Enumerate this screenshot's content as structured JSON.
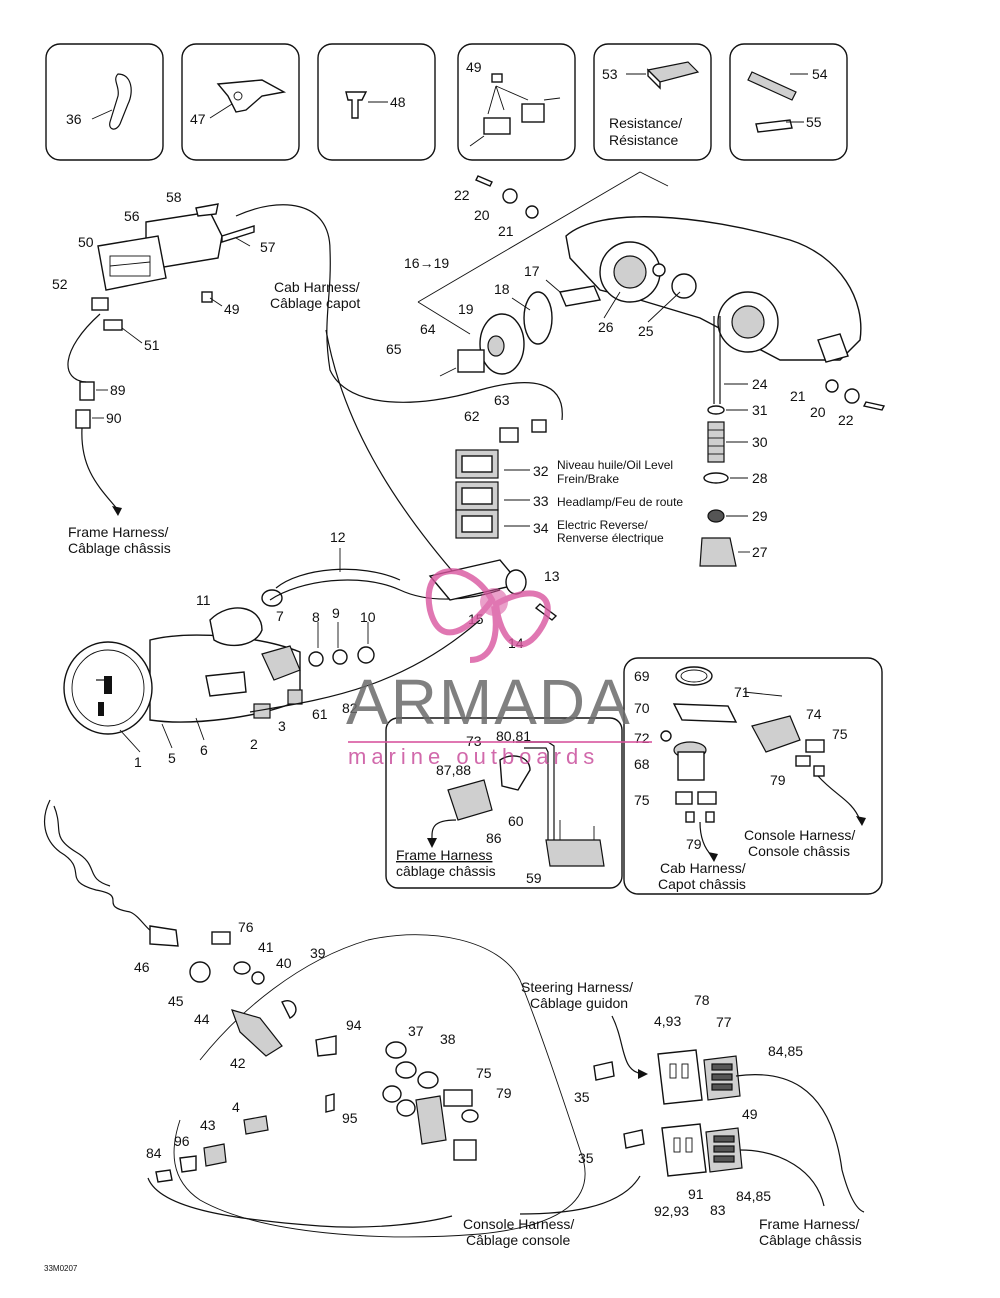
{
  "callouts": {
    "c1": "1",
    "c2": "2",
    "c3": "3",
    "c4": "4",
    "c4_93": "4,93",
    "c5": "5",
    "c6": "6",
    "c7": "7",
    "c8": "8",
    "c9": "9",
    "c10": "10",
    "c11": "11",
    "c12": "12",
    "c13": "13",
    "c14": "14",
    "c15": "15",
    "c16_19": "16→19",
    "c17": "17",
    "c18": "18",
    "c19": "19",
    "c20a": "20",
    "c20b": "20",
    "c21a": "21",
    "c21b": "21",
    "c22a": "22",
    "c22b": "22",
    "c24": "24",
    "c25": "25",
    "c26": "26",
    "c27": "27",
    "c28": "28",
    "c29": "29",
    "c30": "30",
    "c31": "31",
    "c32": "32",
    "c33": "33",
    "c34": "34",
    "c35a": "35",
    "c35b": "35",
    "c36": "36",
    "c37": "37",
    "c38": "38",
    "c39": "39",
    "c40": "40",
    "c41": "41",
    "c42": "42",
    "c43": "43",
    "c44": "44",
    "c45": "45",
    "c46": "46",
    "c47": "47",
    "c48": "48",
    "c49a": "49",
    "c49b": "49",
    "c49c": "49",
    "c50": "50",
    "c51": "51",
    "c52": "52",
    "c53": "53",
    "c54": "54",
    "c55": "55",
    "c56": "56",
    "c57": "57",
    "c58": "58",
    "c59": "59",
    "c60": "60",
    "c61": "61",
    "c62": "62",
    "c63": "63",
    "c64": "64",
    "c65": "65",
    "c68": "68",
    "c69": "69",
    "c70": "70",
    "c71": "71",
    "c72": "72",
    "c73": "73",
    "c74": "74",
    "c75a": "75",
    "c75b": "75",
    "c75c": "75",
    "c76": "76",
    "c77": "77",
    "c78": "78",
    "c79a": "79",
    "c79b": "79",
    "c79c": "79",
    "c80_81": "80,81",
    "c82": "82",
    "c83": "83",
    "c84a": "84",
    "c84_85a": "84,85",
    "c84_85b": "84,85",
    "c86": "86",
    "c87_88": "87,88",
    "c89": "89",
    "c90": "90",
    "c91": "91",
    "c92_93": "92,93",
    "c94": "94",
    "c95": "95",
    "c96": "96"
  },
  "labels": {
    "resistance_1": "Resistance/",
    "resistance_2": "Résistance",
    "cab_harness_1": "Cab Harness/",
    "cab_harness_2": "Câblage capot",
    "frame_harness_top_1": "Frame Harness/",
    "frame_harness_top_2": "Câblage châssis",
    "oil_level_1": "Niveau huile/Oil Level",
    "oil_level_2": "Frein/Brake",
    "headlamp": "Headlamp/Feu de route",
    "reverse_1": "Electric Reverse/",
    "reverse_2": "Renverse électrique",
    "frame_harness_inset_1": "Frame Harness",
    "frame_harness_inset_2": "câblage châssis",
    "console_harness_right_1": "Console Harness/",
    "console_harness_right_2": "Console châssis",
    "cab_harness_inset_1": "Cab Harness/",
    "cab_harness_inset_2": "Capot châssis",
    "steering_harness_1": "Steering Harness/",
    "steering_harness_2": "Câblage guidon",
    "console_harness_bottom_1": "Console Harness/",
    "console_harness_bottom_2": "Câblage console",
    "frame_harness_bottom_1": "Frame Harness/",
    "frame_harness_bottom_2": "Câblage châssis",
    "drawing_code": "33M0207"
  },
  "watermark": {
    "brand": "ARMADA",
    "tagline": "marine outboards",
    "accent_color": "#d9569f"
  }
}
